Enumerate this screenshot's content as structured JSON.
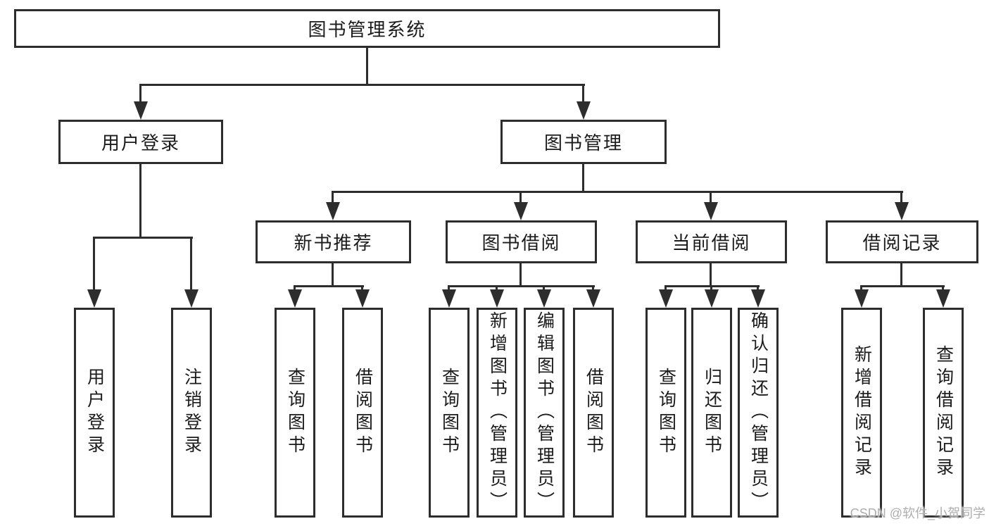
{
  "diagram": {
    "type": "hierarchy-tree",
    "nodes": {
      "root": {
        "label": "图书管理系统"
      },
      "level2": [
        {
          "id": "user-login",
          "label": "用户登录",
          "parent": "图书管理系统"
        },
        {
          "id": "book-management",
          "label": "图书管理",
          "parent": "图书管理系统"
        }
      ],
      "level3": [
        {
          "id": "new-book-recommend",
          "label": "新书推荐",
          "parent": "图书管理"
        },
        {
          "id": "book-borrow",
          "label": "图书借阅",
          "parent": "图书管理"
        },
        {
          "id": "current-borrow",
          "label": "当前借阅",
          "parent": "图书管理"
        },
        {
          "id": "borrow-records",
          "label": "借阅记录",
          "parent": "图书管理"
        }
      ],
      "leaves": [
        {
          "label": "用户登录",
          "parent": "用户登录"
        },
        {
          "label": "注销登录",
          "parent": "用户登录"
        },
        {
          "label": "查询图书",
          "parent": "新书推荐"
        },
        {
          "label": "借阅图书",
          "parent": "新书推荐"
        },
        {
          "label": "查询图书",
          "parent": "图书借阅"
        },
        {
          "label": "新增图书（管理员）",
          "parent": "图书借阅"
        },
        {
          "label": "编辑图书（管理员）",
          "parent": "图书借阅"
        },
        {
          "label": "借阅图书",
          "parent": "图书借阅"
        },
        {
          "label": "查询图书",
          "parent": "当前借阅"
        },
        {
          "label": "归还图书",
          "parent": "当前借阅"
        },
        {
          "label": "确认归还（管理员）",
          "parent": "当前借阅"
        },
        {
          "label": "新增借阅记录",
          "parent": "借阅记录"
        },
        {
          "label": "查询借阅记录",
          "parent": "借阅记录"
        }
      ]
    },
    "colors": {
      "line": "#2d2d2d",
      "box_border": "#2d2d2d",
      "box_fill": "#ffffff",
      "text": "#1b1b1b",
      "background": "#ffffff",
      "watermark": "#aeaeae"
    }
  },
  "watermark": {
    "text": "CSDN @软件_小贺同学"
  }
}
